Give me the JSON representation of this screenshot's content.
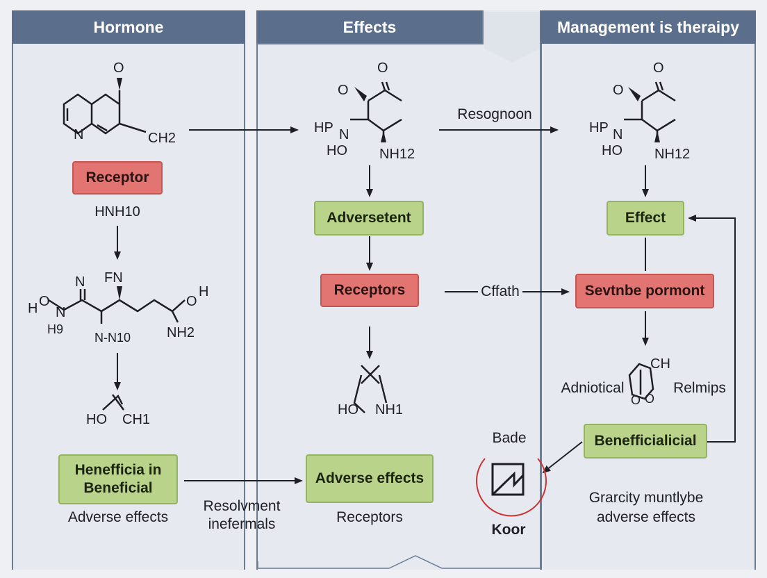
{
  "columns": {
    "hormone": "Hormone",
    "effects": "Effects",
    "management": "Management is theraipy"
  },
  "col1": {
    "receptor": "Receptor",
    "formula": "HNH10",
    "beneficial_box_line1": "Henefficia in",
    "beneficial_box_line2": "Beneficial",
    "caption": "Adverse effects",
    "mol1": {
      "o_top": "O",
      "n": "N",
      "ch": "CH2"
    },
    "mol2": {
      "n": "N",
      "fn": "FN",
      "oh_left": "H",
      "o_left": "O",
      "n_left": "N",
      "h9": "H9",
      "n_bot": "N-N10",
      "nh2": "NH2",
      "o_right": "O",
      "h_right": "H"
    },
    "mol3": {
      "ho": "HO",
      "ch": "CH1"
    }
  },
  "col2": {
    "adverse_box": "Adversetent",
    "receptors_box": "Receptors",
    "adverse_effects_box": "Adverse effects",
    "caption": "Receptors",
    "resolvment_line1": "Resolvment",
    "resolvment_line2": "inefermals",
    "mol": {
      "o_top": "O",
      "o_left": "O",
      "hp": "HP",
      "n": "N",
      "ho": "HO",
      "nh": "NH12"
    },
    "mol_bottom": {
      "ho": "HO",
      "nh": "NH1"
    }
  },
  "arrows": {
    "resognoon": "Resognoon",
    "cffath": "Cffath"
  },
  "col3": {
    "effect_box": "Effect",
    "sevtnbe_box": "Sevtnbe pormont",
    "beneficial_box": "Benefficialicial",
    "adniotical": "Adniotical",
    "relmips": "Relmips",
    "bade": "Bade",
    "koor": "Koor",
    "caption_line1": "Grarcity muntlybe",
    "caption_line2": "adverse effects",
    "mol": {
      "o_top": "O",
      "o_left": "O",
      "hp": "HP",
      "n": "N",
      "ho": "HO",
      "nh": "NH12"
    },
    "mol_bottom": {
      "ch": "CH",
      "o1": "O",
      "o2": "O"
    }
  },
  "colors": {
    "header": "#5b6f8c",
    "panel": "#e6eaf0",
    "red_box": "#e27572",
    "green_box": "#b9d48a",
    "circle": "#cc3333"
  }
}
